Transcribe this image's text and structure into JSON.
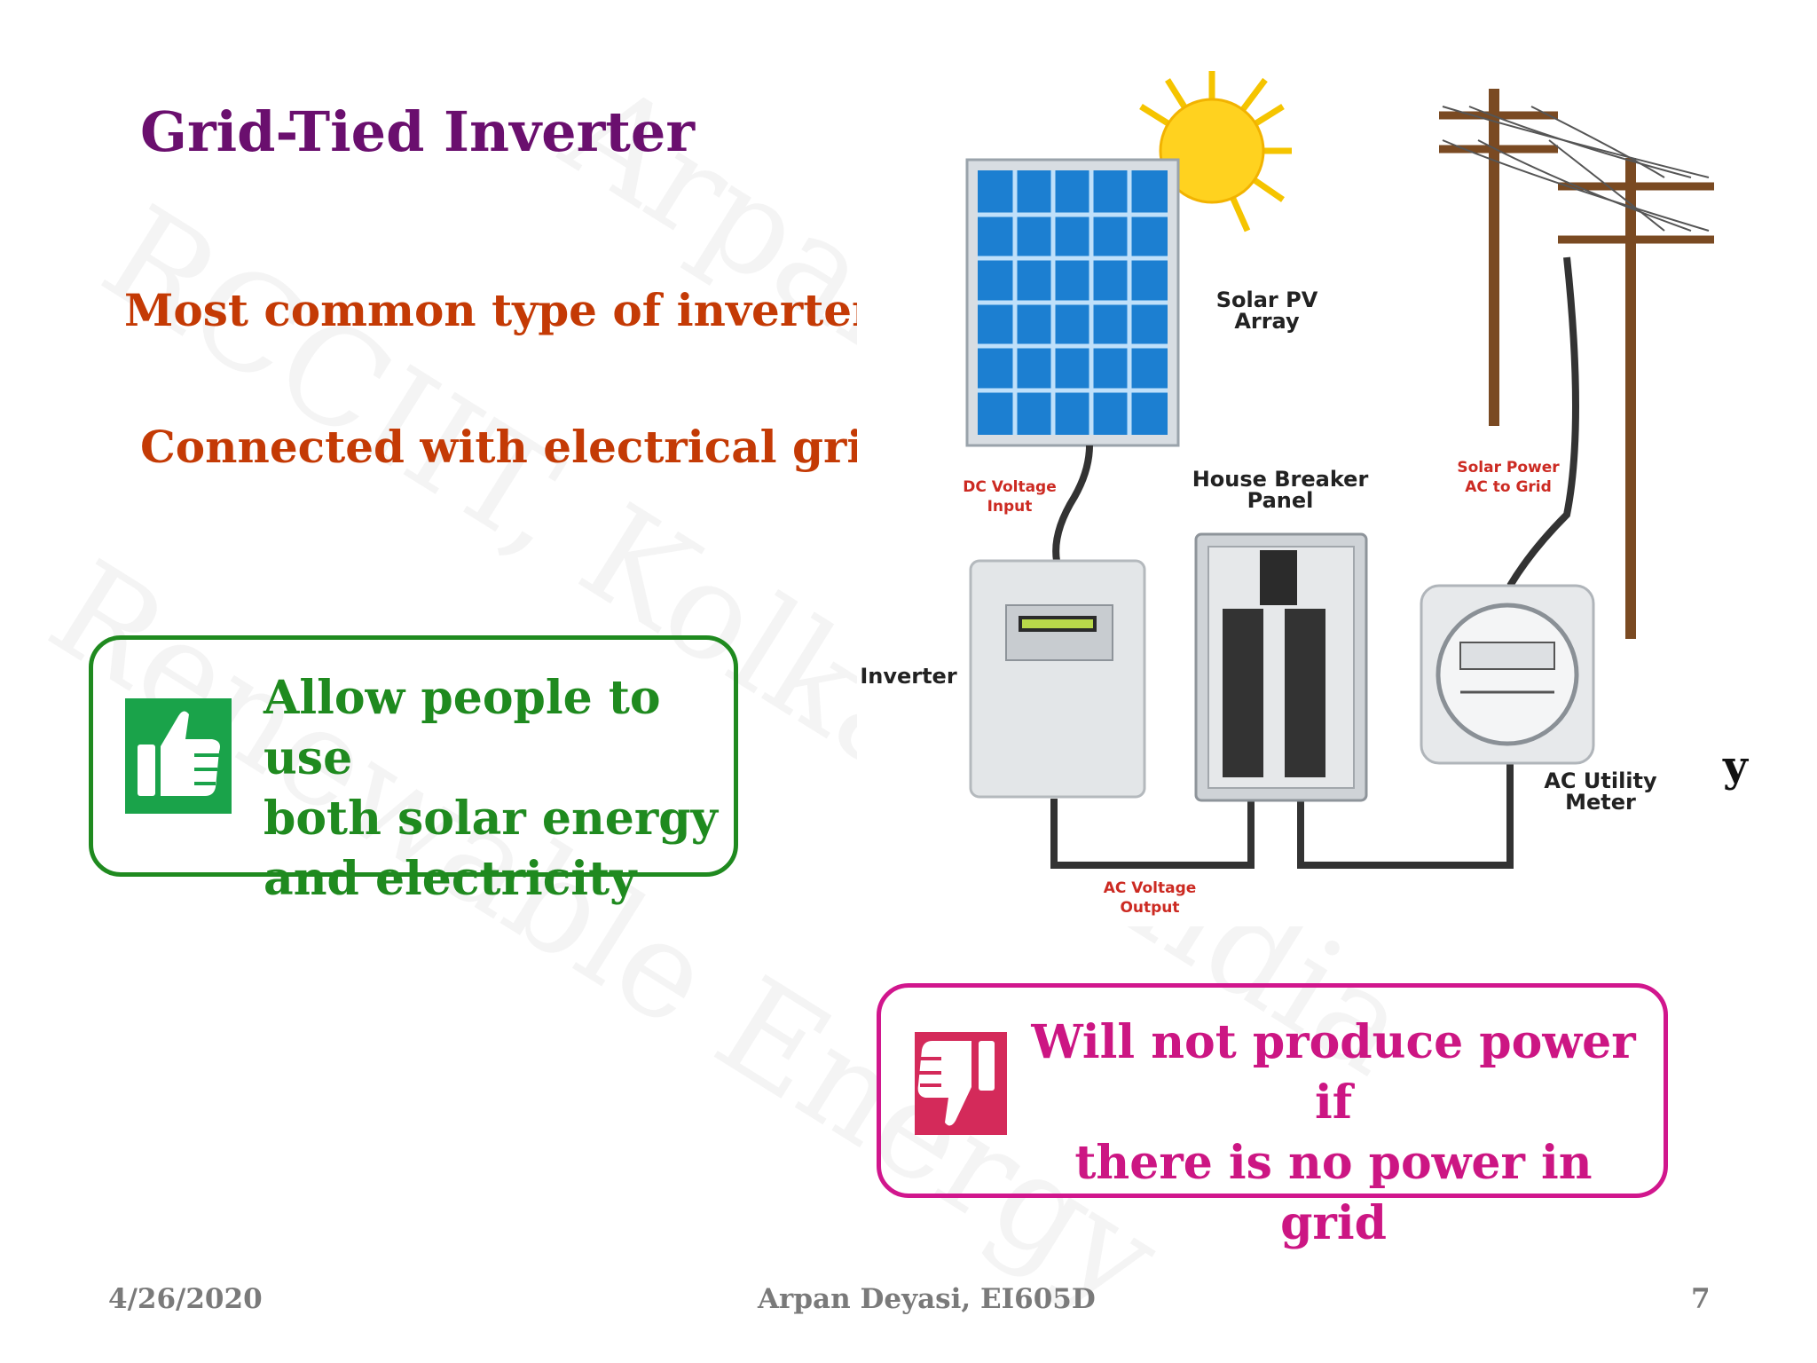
{
  "title": "Grid-Tied Inverter",
  "bullets": [
    "Most common type of inverter",
    "Connected with electrical grid"
  ],
  "pro_box": {
    "icon": "thumbs-up-icon",
    "lines": [
      "Allow people to use",
      "both solar energy",
      "and electricity"
    ]
  },
  "con_box": {
    "icon": "thumbs-down-icon",
    "lines": [
      "Will not produce power if",
      "there is no power in grid"
    ]
  },
  "diagram": {
    "solar_pv_array": [
      "Solar PV",
      "Array"
    ],
    "dc_voltage_input": [
      "DC Voltage",
      "Input"
    ],
    "house_breaker_panel": [
      "House Breaker",
      "Panel"
    ],
    "solar_power_to_grid": [
      "Solar Power",
      "AC to Grid"
    ],
    "inverter": "Inverter",
    "ac_utility_meter": [
      "AC Utility",
      "Meter"
    ],
    "ac_voltage_output": [
      "AC Voltage",
      "Output"
    ]
  },
  "stray_text": "y",
  "footer": {
    "date": "4/26/2020",
    "author": "Arpan Deyasi, EI605D",
    "page": "7"
  },
  "watermark": [
    "Arpan Deyasi",
    "RCCIIT, Kolkata, India",
    "Renewable Energy"
  ],
  "colors": {
    "title": "#6a0f6e",
    "bullet": "#c43a05",
    "pro": "#1f8a1f",
    "con": "#cc1683",
    "footer": "#7a7a7a"
  }
}
